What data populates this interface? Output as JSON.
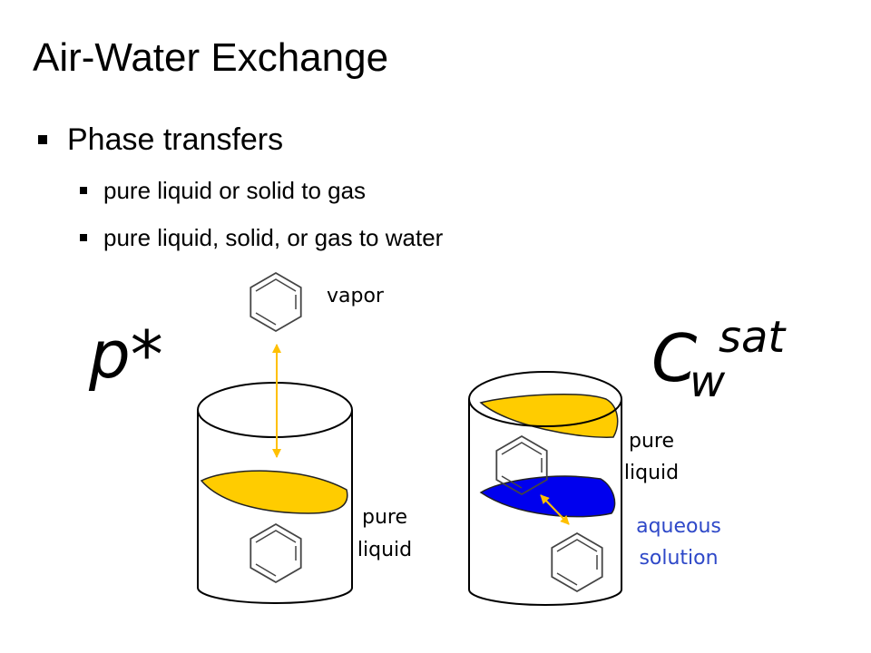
{
  "slide": {
    "title": "Air-Water Exchange",
    "bullets": [
      {
        "text": "Phase transfers",
        "level": 1
      },
      {
        "text": "pure liquid or solid to gas",
        "level": 2
      },
      {
        "text": "pure liquid, solid, or gas to water",
        "level": 2
      }
    ]
  },
  "diagram": {
    "left_symbol": "p*",
    "right_symbol_base": "C",
    "right_symbol_sub": "w",
    "right_symbol_sup": "sat",
    "label_vapor": "vapor",
    "label_left_liquid_1": "pure",
    "label_left_liquid_2": "liquid",
    "label_right_liquid_1": "pure",
    "label_right_liquid_2": "liquid",
    "label_aqueous_1": "aqueous",
    "label_aqueous_2": "solution",
    "colors": {
      "liquid": "#FFCC00",
      "aqueous": "#0000EE",
      "aqueous_text": "#2E48C8",
      "arrow": "#FFC000"
    }
  }
}
